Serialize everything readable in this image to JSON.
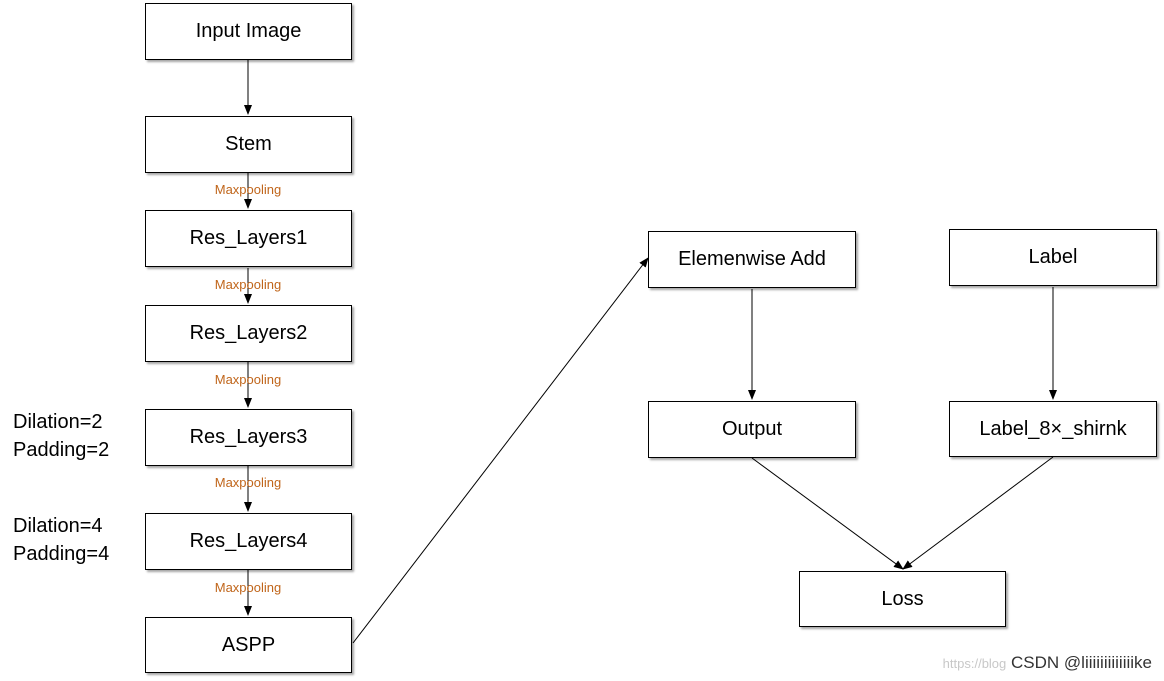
{
  "nodes": {
    "input_image": "Input Image",
    "stem": "Stem",
    "res_layers1": "Res_Layers1",
    "res_layers2": "Res_Layers2",
    "res_layers3": "Res_Layers3",
    "res_layers4": "Res_Layers4",
    "aspp": "ASPP",
    "elemenwise_add": "Elemenwise Add",
    "output": "Output",
    "label": "Label",
    "label_shrink": "Label_8×_shirnk",
    "loss": "Loss"
  },
  "edge_labels": {
    "pool1": "Maxpooling",
    "pool2": "Maxpooling",
    "pool3": "Maxpooling",
    "pool4": "Maxpooling",
    "pool5": "Maxpooling"
  },
  "annotations": {
    "res3_dilation": "Dilation=2",
    "res3_padding": "Padding=2",
    "res4_dilation": "Dilation=4",
    "res4_padding": "Padding=4"
  },
  "watermark": {
    "url": "https://blog",
    "text": "CSDN @liiiiiiiiiiiiike"
  }
}
